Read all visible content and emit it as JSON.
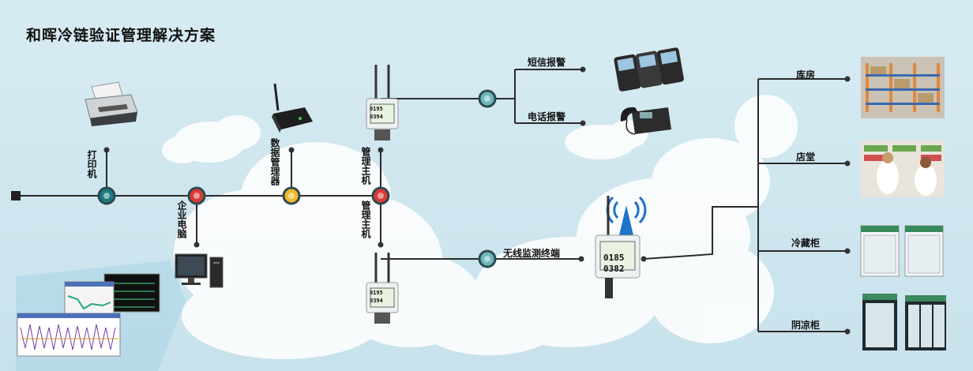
{
  "title": "和晖冷链验证管理解决方案",
  "labels": {
    "printer": "打印机",
    "pc": "企业电脑",
    "data_manager": "数据管理器",
    "host_top": "管理主机",
    "host_bottom": "管理主机",
    "sms_alarm": "短信报警",
    "phone_alarm": "电话报警",
    "wireless_terminal": "无线监测终端",
    "warehouse": "库房",
    "store_hall": "店堂",
    "fridge": "冷藏柜",
    "cool_cabinet": "阴凉柜"
  },
  "device_readings": {
    "host_line1": "0195",
    "host_line2": "0394",
    "terminal_line1": "0185",
    "terminal_line2": "0382"
  },
  "colors": {
    "node_teal": "#1b7a84",
    "node_red": "#d93a36",
    "node_yellow": "#f0b62c",
    "line": "#2b2b2b"
  },
  "icons": [
    "printer-icon",
    "desktop-computer-icon",
    "router-icon",
    "wireless-signal-icon",
    "mobile-phone-icon",
    "desk-phone-icon",
    "warehouse-photo",
    "pharmacy-photo",
    "refrigerator-icon",
    "cabinet-icon"
  ]
}
